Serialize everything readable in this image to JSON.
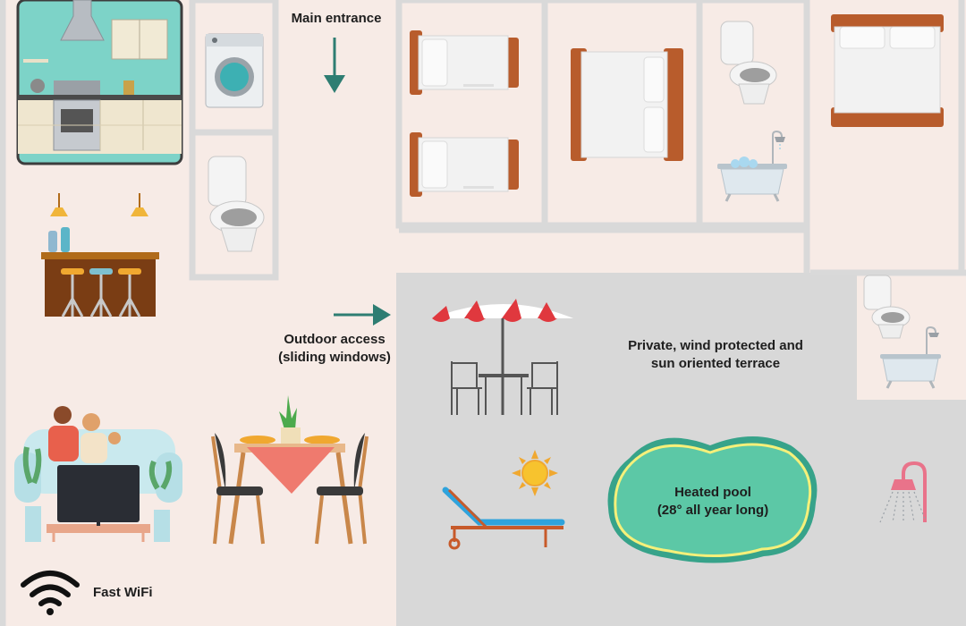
{
  "labels": {
    "main_entrance": "Main entrance",
    "outdoor_access_line1": "Outdoor access",
    "outdoor_access_line2": "(sliding windows)",
    "terrace_line1": "Private, wind protected and",
    "terrace_line2": "sun oriented terrace",
    "pool_line1": "Heated pool",
    "pool_line2": "(28° all year long)",
    "wifi": "Fast WiFi"
  },
  "icons": [
    "kitchen-icon",
    "washing-machine-icon",
    "toilet-icon",
    "bar-counter-icon",
    "bed-icon",
    "bathtub-icon",
    "umbrella-table-icon",
    "sun-icon",
    "sun-lounger-icon",
    "pool-icon",
    "shower-icon",
    "family-sofa-tv-icon",
    "dining-table-icon",
    "wifi-icon",
    "arrow-down-icon",
    "arrow-right-icon"
  ],
  "colors": {
    "background": "#f7ebe6",
    "walls": "#d9d9d9",
    "terrace": "#d8d8d8",
    "pool_water": "#5cc8a6",
    "arrow": "#2e7d72",
    "furniture_wood": "#b85c2c"
  }
}
